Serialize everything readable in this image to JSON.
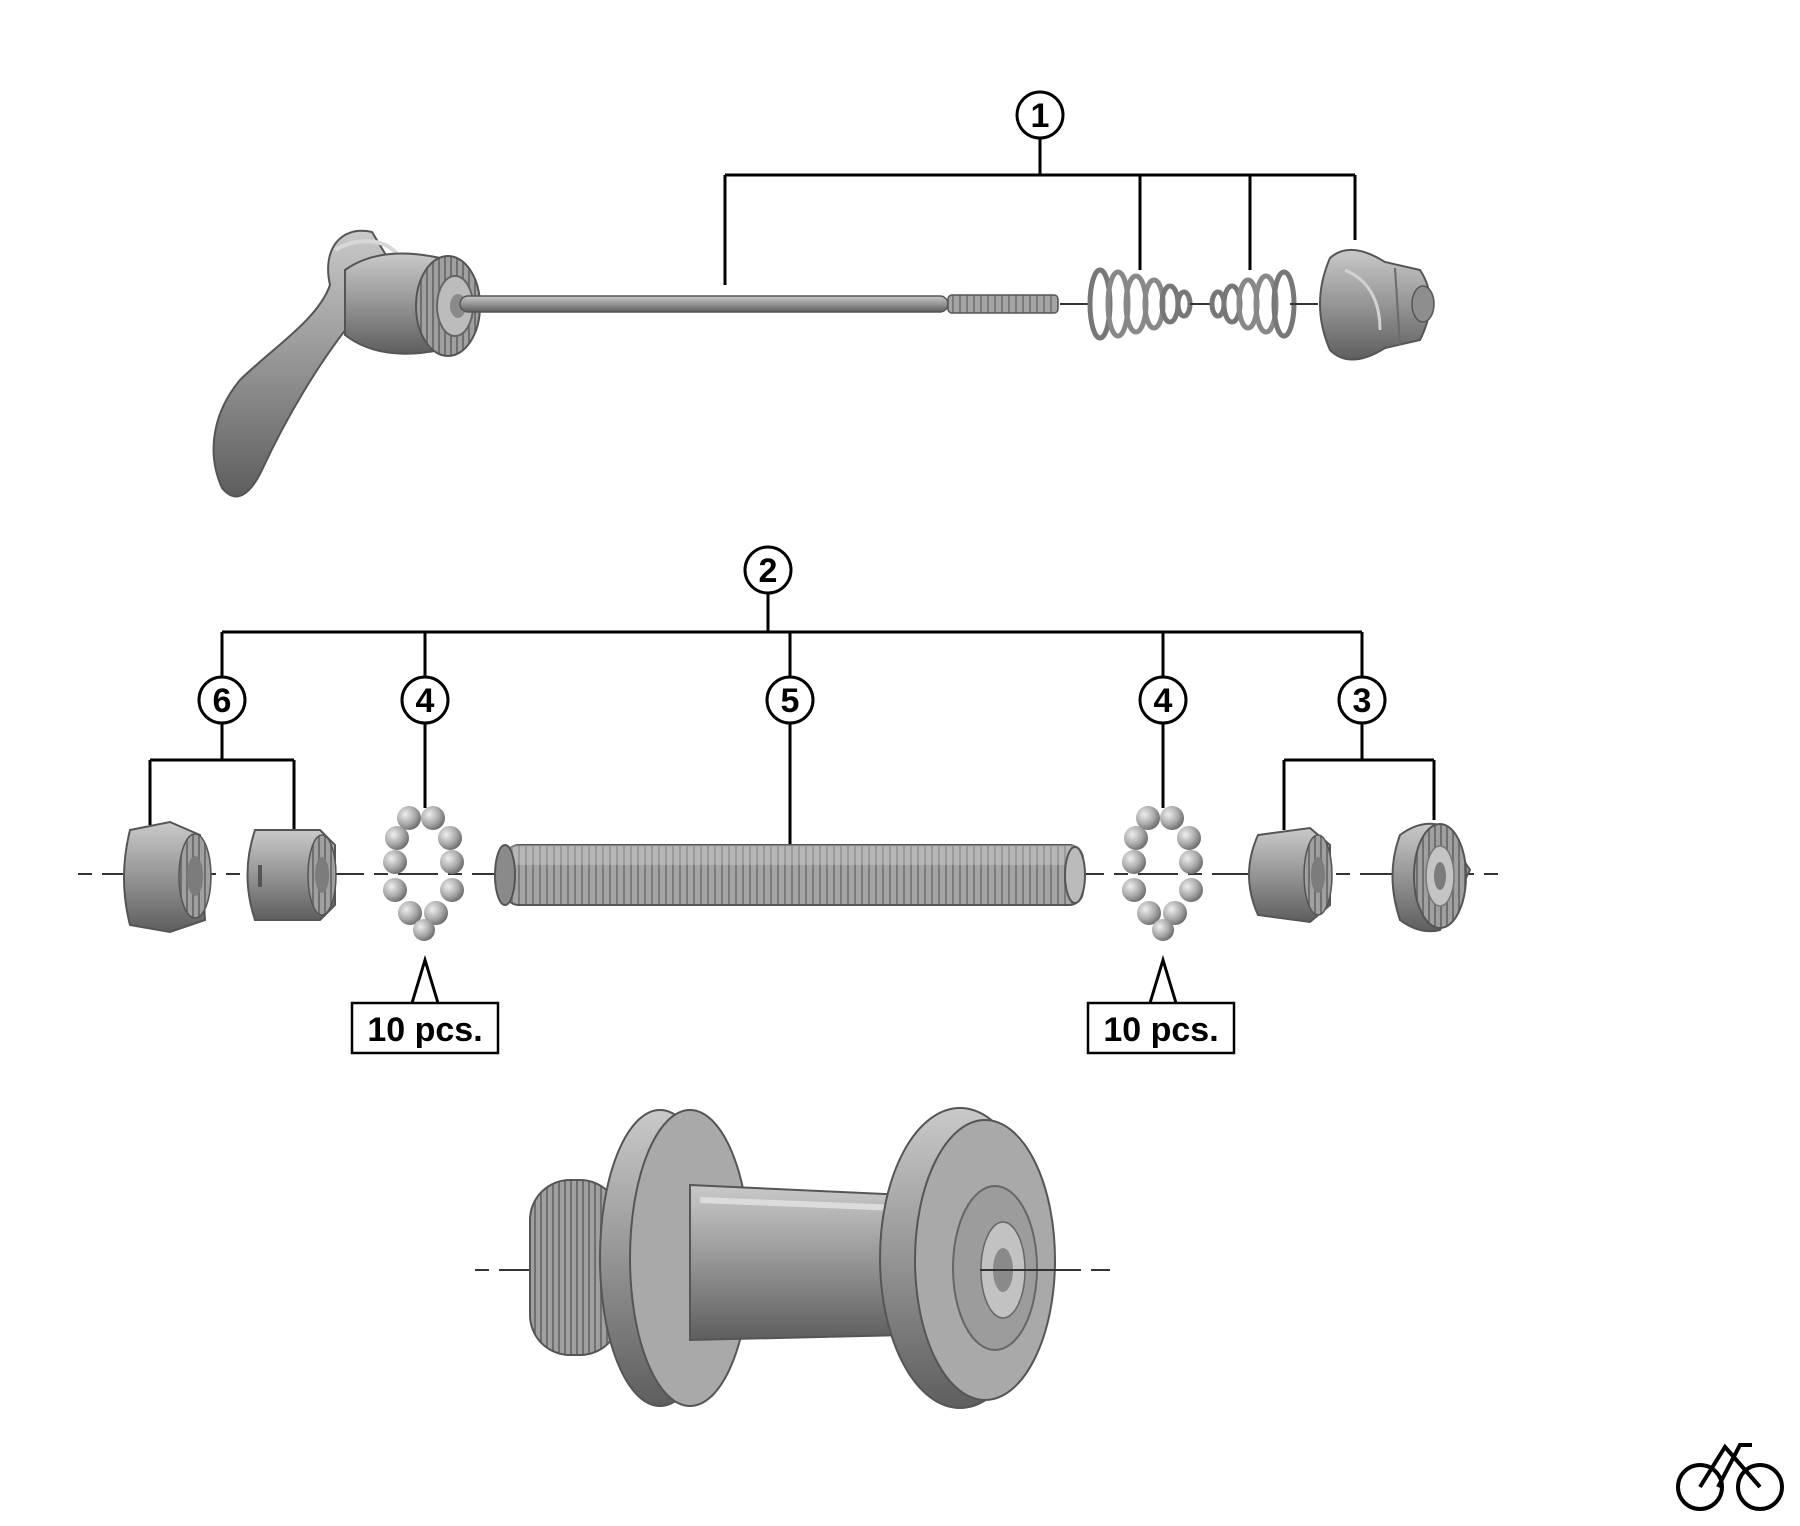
{
  "callouts": {
    "c1": "1",
    "c2": "2",
    "c3": "3",
    "c4_left": "4",
    "c4_right": "4",
    "c5": "5",
    "c6": "6"
  },
  "quantity_labels": {
    "left": "10 pcs.",
    "right": "10 pcs."
  },
  "icons": {
    "corner_logo": "bicycle-icon"
  }
}
